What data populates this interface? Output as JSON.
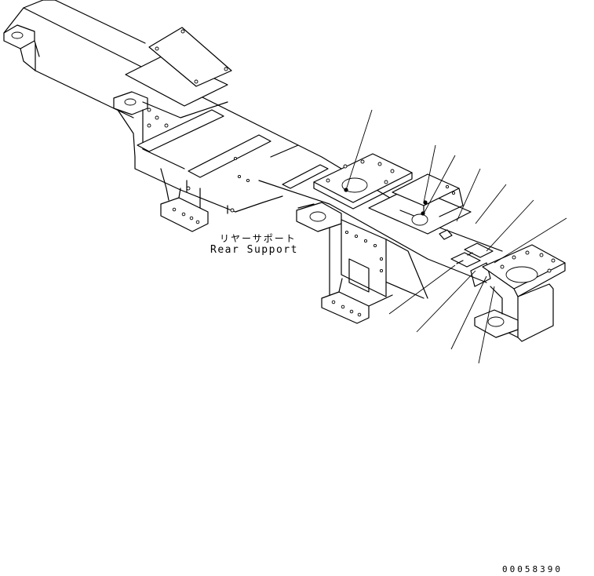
{
  "labels": {
    "rear_support_jp": "リヤーサポート",
    "rear_support_en": "Rear Support",
    "drawing_number": "00058390"
  },
  "colors": {
    "line": "#000000",
    "background": "#ffffff"
  }
}
